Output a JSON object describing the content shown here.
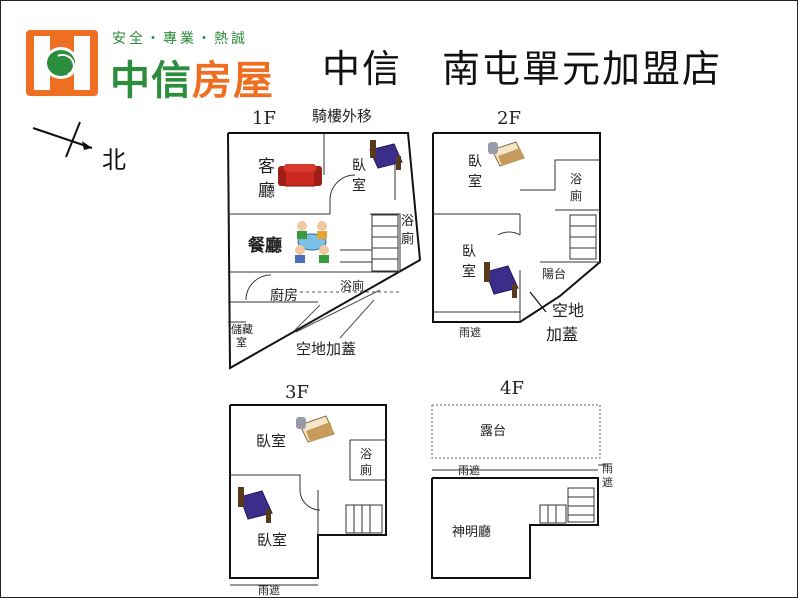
{
  "header": {
    "tagline": "安全・專業・熱誠",
    "brand_part1": "中信",
    "brand_part2": "房屋",
    "store_name": "中信　南屯單元加盟店"
  },
  "compass": {
    "north": "北"
  },
  "floors": {
    "f1": {
      "title": "1F",
      "arcade": "騎樓外移",
      "living_line1": "客",
      "living_line2": "廳",
      "bedroom_line1": "臥",
      "bedroom_line2": "室",
      "bath_line1": "浴",
      "bath_line2": "廁",
      "dining": "餐廳",
      "kitchen": "廚房",
      "bath2": "浴廁",
      "storage_line1": "儲藏",
      "storage_line2": "室",
      "open_space": "空地加蓋"
    },
    "f2": {
      "title": "2F",
      "bedroom1_line1": "臥",
      "bedroom1_line2": "室",
      "bath_line1": "浴",
      "bath_line2": "廁",
      "bedroom2_line1": "臥",
      "bedroom2_line2": "室",
      "balcony": "陽台",
      "rain_shelter": "雨遮",
      "open_line1": "空地",
      "open_line2": "加蓋"
    },
    "f3": {
      "title": "3F",
      "bedroom1": "臥室",
      "bath_line1": "浴",
      "bath_line2": "廁",
      "bedroom2": "臥室",
      "rain_shelter": "雨遮"
    },
    "f4": {
      "title": "4F",
      "terrace": "露台",
      "rain_shelter": "雨遮",
      "rain_shelter_side_line1": "雨",
      "rain_shelter_side_line2": "遮",
      "shrine": "神明廳"
    }
  },
  "colors": {
    "brand_green": "#2b8d3d",
    "brand_orange": "#ee6f22",
    "sofa_red": "#c8281e",
    "bed_purple": "#3b2d8a",
    "bed_tan": "#c79a5b"
  }
}
